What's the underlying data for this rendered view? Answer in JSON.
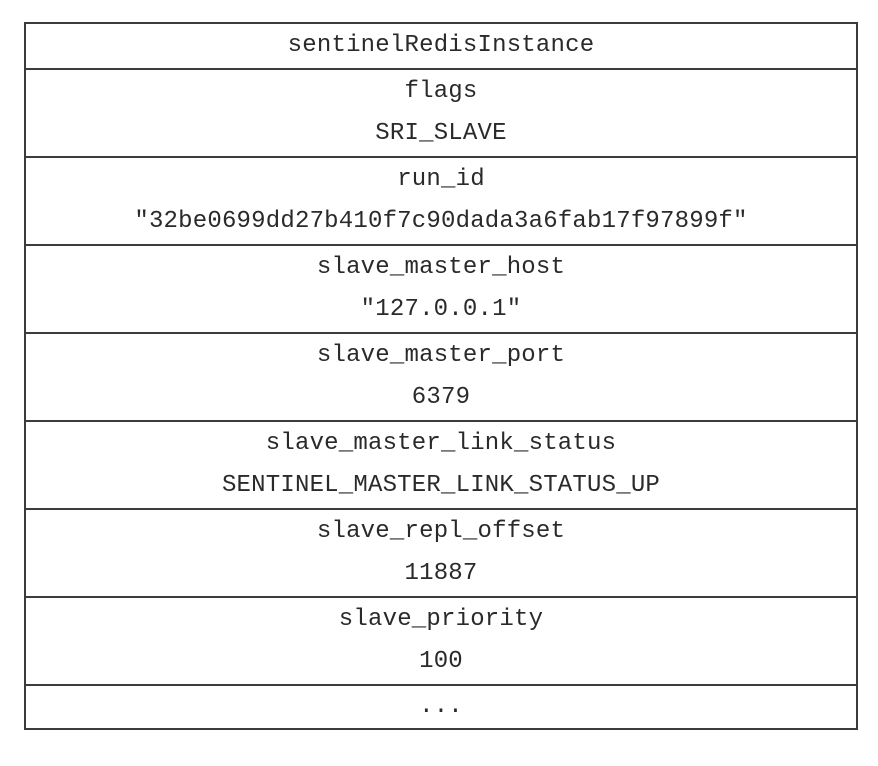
{
  "struct_title": "sentinelRedisInstance",
  "fields": [
    {
      "name": "flags",
      "value": "SRI_SLAVE"
    },
    {
      "name": "run_id",
      "value": "\"32be0699dd27b410f7c90dada3a6fab17f97899f\""
    },
    {
      "name": "slave_master_host",
      "value": "\"127.0.0.1\""
    },
    {
      "name": "slave_master_port",
      "value": "6379"
    },
    {
      "name": "slave_master_link_status",
      "value": "SENTINEL_MASTER_LINK_STATUS_UP"
    },
    {
      "name": "slave_repl_offset",
      "value": "11887"
    },
    {
      "name": "slave_priority",
      "value": "100"
    }
  ],
  "ellipsis": "..."
}
